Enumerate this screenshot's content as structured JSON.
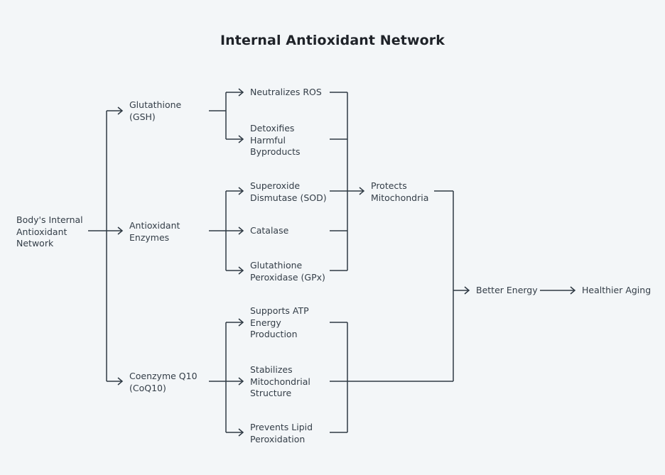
{
  "title": "Internal Antioxidant Network",
  "nodes": {
    "root": [
      "Body's Internal",
      "Antioxidant",
      "Network"
    ],
    "gsh": [
      "Glutathione",
      "(GSH)"
    ],
    "enzymes": [
      "Antioxidant",
      "Enzymes"
    ],
    "coq10": [
      "Coenzyme Q10",
      "(CoQ10)"
    ],
    "neutralizes": [
      "Neutralizes ROS"
    ],
    "detoxifies": [
      "Detoxifies",
      "Harmful",
      "Byproducts"
    ],
    "sod": [
      "Superoxide",
      "Dismutase (SOD)"
    ],
    "catalase": [
      "Catalase"
    ],
    "gpx": [
      "Glutathione",
      "Peroxidase (GPx)"
    ],
    "atp": [
      "Supports ATP",
      "Energy",
      "Production"
    ],
    "stabilizes": [
      "Stabilizes",
      "Mitochondrial",
      "Structure"
    ],
    "lipid": [
      "Prevents Lipid",
      "Peroxidation"
    ],
    "protects": [
      "Protects",
      "Mitochondria"
    ],
    "energy": [
      "Better Energy"
    ],
    "aging": [
      "Healthier Aging"
    ]
  },
  "colors": {
    "background": "#f3f6f8",
    "line": "#2f3a44",
    "text": "#333d47",
    "title": "#1f2329"
  }
}
